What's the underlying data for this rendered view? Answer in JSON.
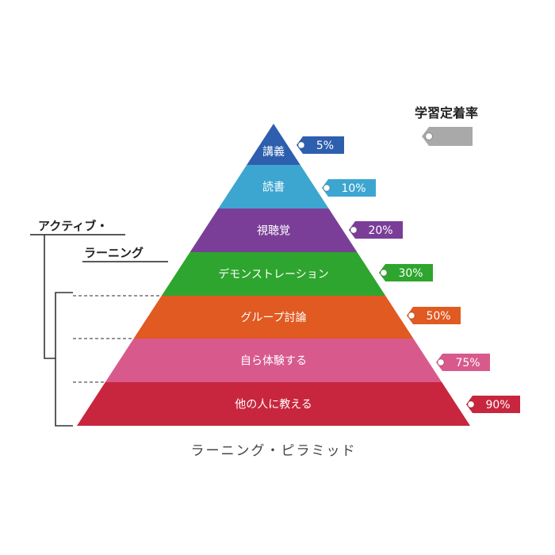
{
  "legend": {
    "label": "学習定着率",
    "tag_color": "#a9a9a9"
  },
  "side_label": {
    "line1": "アクティブ・",
    "line2": "ラーニング"
  },
  "caption": "ラーニング・ピラミッド",
  "layers": [
    {
      "label": "講義",
      "value": "5%",
      "color": "#2e5fae"
    },
    {
      "label": "読書",
      "value": "10%",
      "color": "#3ca6d0"
    },
    {
      "label": "視聴覚",
      "value": "20%",
      "color": "#7a3e98"
    },
    {
      "label": "デモンストレーション",
      "value": "30%",
      "color": "#2ea52e"
    },
    {
      "label": "グループ討論",
      "value": "50%",
      "color": "#e05a22"
    },
    {
      "label": "自ら体験する",
      "value": "75%",
      "color": "#d85a8c"
    },
    {
      "label": "他の人に教える",
      "value": "90%",
      "color": "#c8263e"
    }
  ]
}
